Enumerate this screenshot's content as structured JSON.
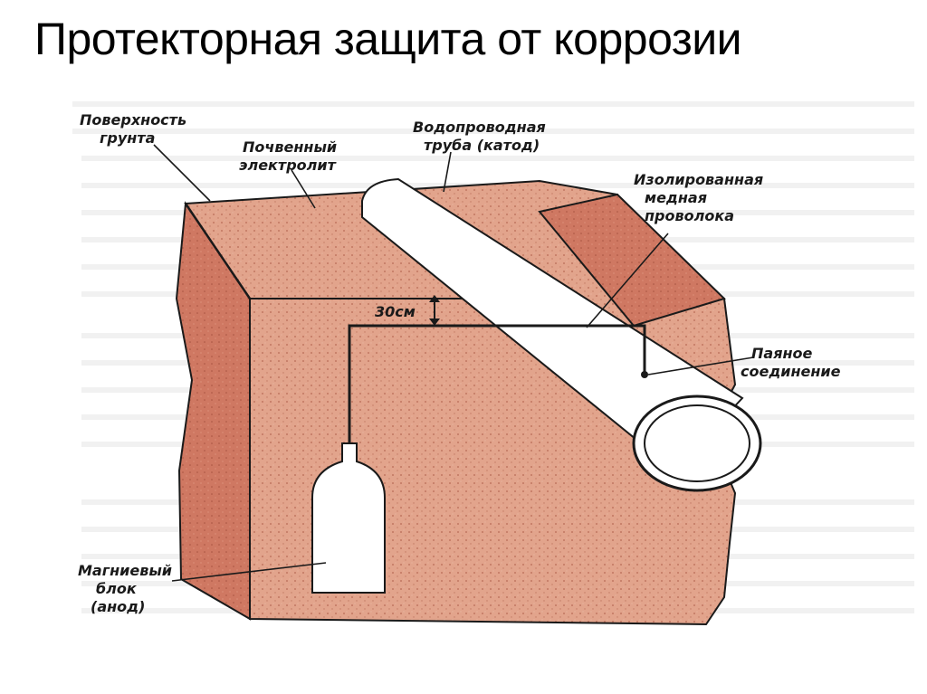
{
  "title": "Протекторная защита от коррозии",
  "labels": {
    "ground_surface": [
      "Поверхность",
      "грунта"
    ],
    "soil_electrolyte": [
      "Почвенный",
      "электролит"
    ],
    "water_pipe": [
      "Водопроводная",
      "труба (катод)"
    ],
    "insulated_wire": [
      "Изолированная",
      "медная",
      "проволока"
    ],
    "solder_joint": [
      "Паяное",
      "соединение"
    ],
    "magnesium_block": [
      "Магниевый",
      "блок",
      "(анод)"
    ],
    "depth": "30см"
  },
  "colors": {
    "soil": "#e2a48c",
    "soil_dark": "#c9705a",
    "outline": "#1a1a1a",
    "pipe": "#ffffff"
  }
}
